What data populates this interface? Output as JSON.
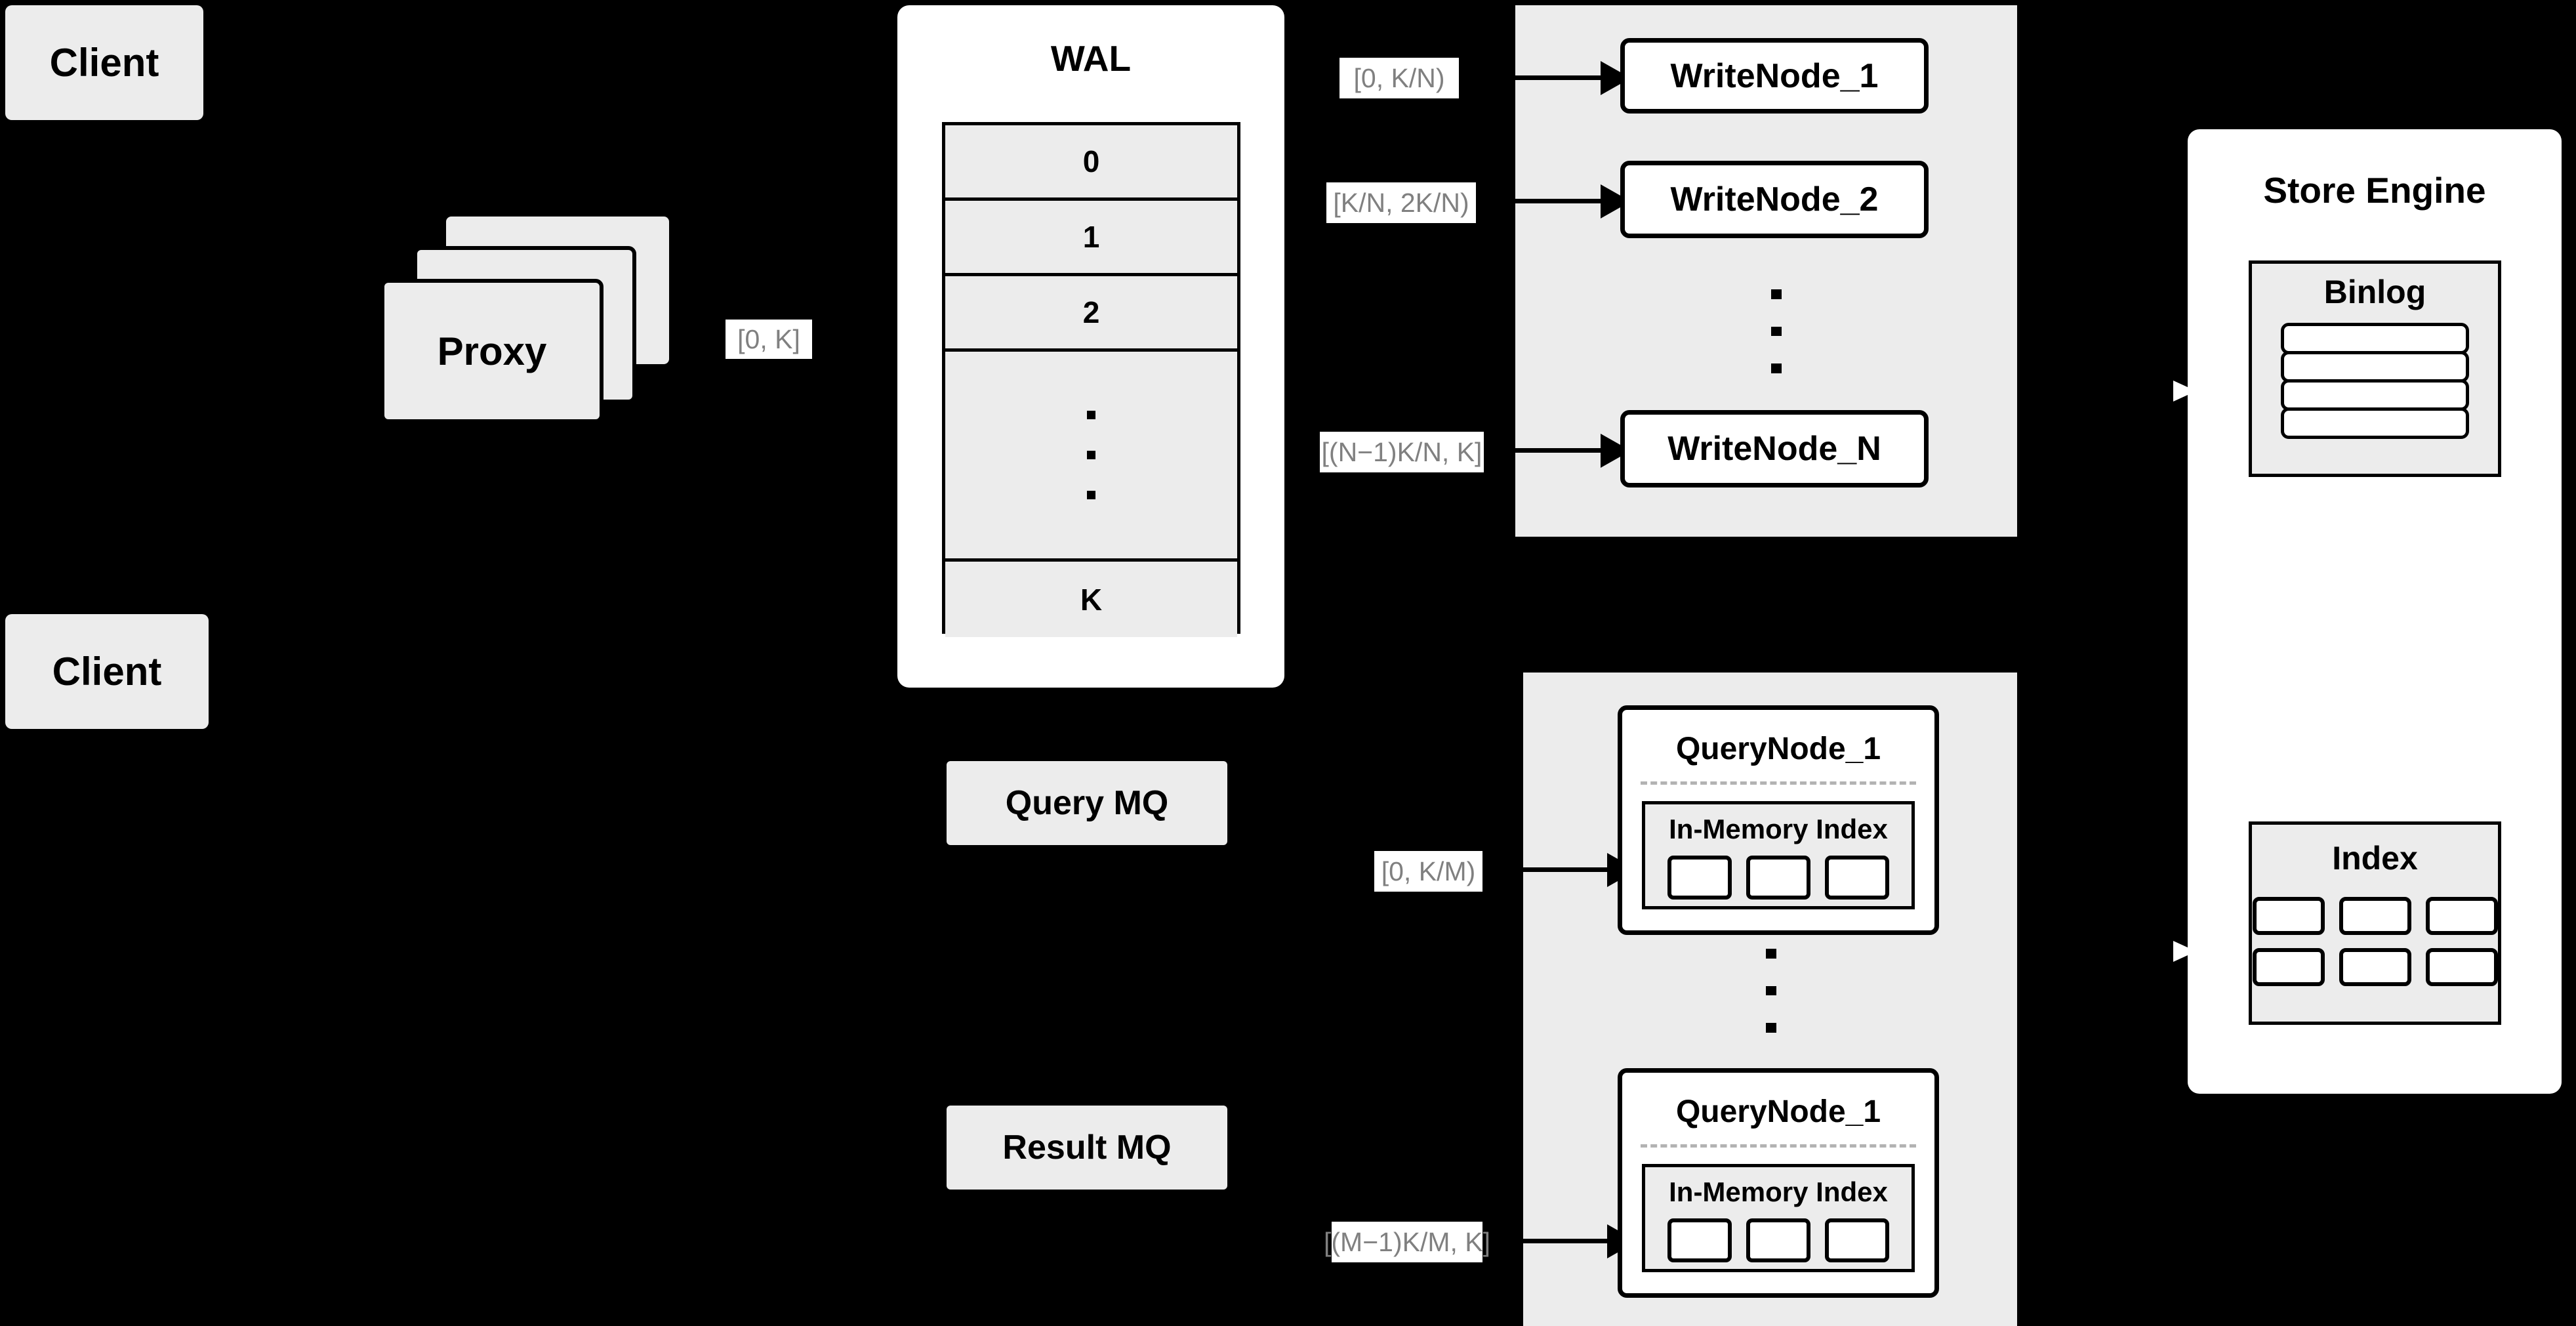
{
  "diagram": {
    "title": "Distributed write/query architecture",
    "background_color": "#000000",
    "panel_gray": "#ececec",
    "panel_white": "#ffffff",
    "chip_text_color": "#808080"
  },
  "clients": [
    {
      "label": "Client"
    },
    {
      "label": "Client"
    }
  ],
  "proxy": {
    "label": "Proxy",
    "stack_count": 3
  },
  "write_path_label": {
    "text": "[0, K]"
  },
  "wal": {
    "title": "WAL",
    "rows": [
      {
        "label": "0",
        "kind": "entry"
      },
      {
        "label": "1",
        "kind": "entry"
      },
      {
        "label": "2",
        "kind": "entry"
      },
      {
        "label": "",
        "kind": "ellipsis"
      },
      {
        "label": "K",
        "kind": "entry"
      }
    ]
  },
  "write_nodes": {
    "items": [
      {
        "label": "WriteNode_1",
        "range": "[0,  K/N)"
      },
      {
        "label": "WriteNode_2",
        "range": "[K/N, 2K/N)"
      },
      {
        "label": "WriteNode_N",
        "range": "[(N−1)K/N,  K]"
      }
    ],
    "ellipsis_dots": 3
  },
  "query_mq": {
    "label": "Query MQ"
  },
  "result_mq": {
    "label": "Result MQ"
  },
  "query_nodes": {
    "items": [
      {
        "label": "QueryNode_1",
        "range": "[0, K/M)",
        "index": {
          "title": "In-Memory Index",
          "cells": 3
        }
      },
      {
        "label": "QueryNode_1",
        "range": "[(M−1)K/M, K]",
        "index": {
          "title": "In-Memory Index",
          "cells": 3
        }
      }
    ],
    "ellipsis_dots": 3
  },
  "store_engine": {
    "title": "Store Engine",
    "binlog": {
      "title": "Binlog",
      "rows": 4
    },
    "index": {
      "title": "Index",
      "cells": 6,
      "columns": 3,
      "rows": 2
    }
  }
}
